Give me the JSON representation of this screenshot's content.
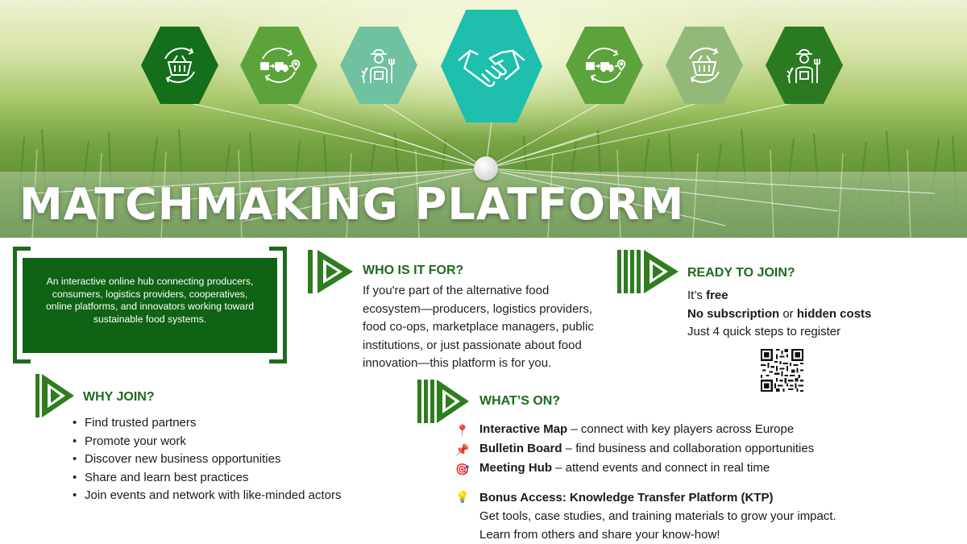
{
  "hero": {
    "title": "MATCHMAKING PLATFORM",
    "icons": [
      {
        "name": "basket-cycle-icon",
        "color": "#136f19"
      },
      {
        "name": "delivery-cycle-icon",
        "color": "#5da33c"
      },
      {
        "name": "farmer-icon",
        "color": "#6fc1a0"
      },
      {
        "name": "handshake-icon",
        "color": "#1ebfac"
      },
      {
        "name": "delivery-cycle-icon",
        "color": "#5da33c"
      },
      {
        "name": "basket-cycle-icon",
        "color": "#93b97a"
      },
      {
        "name": "farmer-icon",
        "color": "#2b7a22"
      }
    ]
  },
  "intro": {
    "text": "An interactive online hub connecting producers, consumers, logistics providers, cooperatives, online platforms, and innovators working toward sustainable food systems."
  },
  "who": {
    "heading": "WHO IS IT FOR?",
    "lines": [
      "If you're part of the alternative food",
      "ecosystem—producers, logistics providers,",
      "food co-ops, marketplace managers, public",
      "institutions, or just passionate about food",
      "innovation—this platform is for you."
    ]
  },
  "ready": {
    "heading": "READY TO JOIN?",
    "line1_prefix": "It’s ",
    "line1_bold": "free",
    "line2_bold_a": "No subscription",
    "line2_mid": " or ",
    "line2_bold_b": "hidden costs",
    "line3": "Just 4 quick steps to register"
  },
  "why": {
    "heading": "WHY JOIN?",
    "items": [
      "Find trusted partners",
      "Promote your work",
      "Discover new business opportunities",
      "Share and learn best practices",
      "Join events and network with like-minded actors"
    ]
  },
  "whats": {
    "heading": "WHAT’S ON?",
    "items": [
      {
        "icon": "round-pushpin-icon",
        "glyph": "📍",
        "title": "Interactive Map",
        "desc": " – connect with key players across Europe"
      },
      {
        "icon": "pushpin-icon",
        "glyph": "📌",
        "title": "Bulletin Board",
        "desc": " – find business and collaboration opportunities"
      },
      {
        "icon": "target-icon",
        "glyph": "🎯",
        "title": "Meeting Hub",
        "desc": " – attend events and connect in real time"
      }
    ],
    "bonus": {
      "icon": "lightbulb-icon",
      "glyph": "💡",
      "title": "Bonus Access: Knowledge Transfer Platform (KTP)",
      "line2": "Get tools, case studies, and training materials to grow your impact.",
      "line3": "Learn from  others and share your know-how!"
    }
  },
  "colors": {
    "brand_green": "#1d6a1d",
    "dark_green": "#0f6314",
    "arrow_green": "#2e7d1f"
  }
}
